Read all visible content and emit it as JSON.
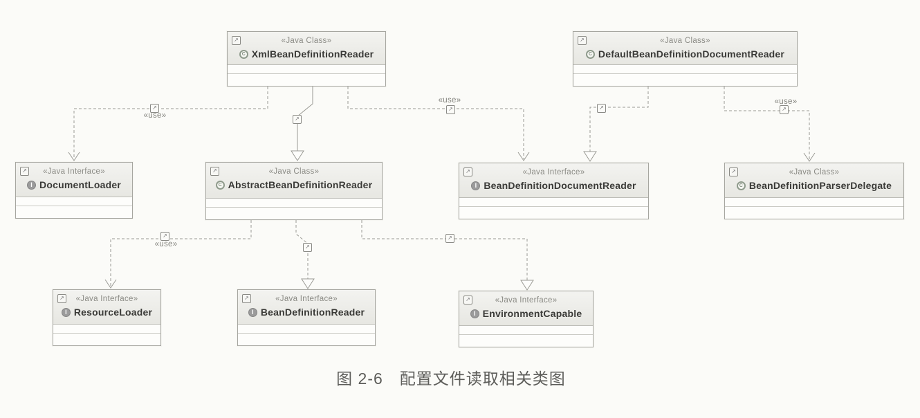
{
  "figure": {
    "caption": "图 2-6　配置文件读取相关类图"
  },
  "diagram": {
    "use_label": "«use»",
    "icons": {
      "class_glyph": "C",
      "interface_glyph": "I",
      "decorator_glyph": "↗"
    },
    "nodes": [
      {
        "kind": "class",
        "stereotype": "«Java Class»",
        "name": "XmlBeanDefinitionReader"
      },
      {
        "kind": "class",
        "stereotype": "«Java Class»",
        "name": "DefaultBeanDefinitionDocumentReader"
      },
      {
        "kind": "interface",
        "stereotype": "«Java Interface»",
        "name": "DocumentLoader"
      },
      {
        "kind": "class",
        "stereotype": "«Java Class»",
        "name": "AbstractBeanDefinitionReader"
      },
      {
        "kind": "interface",
        "stereotype": "«Java Interface»",
        "name": "BeanDefinitionDocumentReader"
      },
      {
        "kind": "class",
        "stereotype": "«Java Class»",
        "name": "BeanDefinitionParserDelegate"
      },
      {
        "kind": "interface",
        "stereotype": "«Java Interface»",
        "name": "ResourceLoader"
      },
      {
        "kind": "interface",
        "stereotype": "«Java Interface»",
        "name": "BeanDefinitionReader"
      },
      {
        "kind": "interface",
        "stereotype": "«Java Interface»",
        "name": "EnvironmentCapable"
      }
    ],
    "relationships": [
      {
        "from": "XmlBeanDefinitionReader",
        "to": "DocumentLoader",
        "type": "use"
      },
      {
        "from": "XmlBeanDefinitionReader",
        "to": "AbstractBeanDefinitionReader",
        "type": "extends"
      },
      {
        "from": "XmlBeanDefinitionReader",
        "to": "BeanDefinitionDocumentReader",
        "type": "use"
      },
      {
        "from": "DefaultBeanDefinitionDocumentReader",
        "to": "BeanDefinitionDocumentReader",
        "type": "implements"
      },
      {
        "from": "DefaultBeanDefinitionDocumentReader",
        "to": "BeanDefinitionParserDelegate",
        "type": "use"
      },
      {
        "from": "AbstractBeanDefinitionReader",
        "to": "ResourceLoader",
        "type": "use"
      },
      {
        "from": "AbstractBeanDefinitionReader",
        "to": "BeanDefinitionReader",
        "type": "implements"
      },
      {
        "from": "AbstractBeanDefinitionReader",
        "to": "EnvironmentCapable",
        "type": "implements"
      }
    ],
    "colors": {
      "header_bg": "#ededea",
      "box_border": "#a6a6a0",
      "stereotype_text": "#8b8b85",
      "name_text": "#3a3a37",
      "edge_line": "#9a9a94",
      "caption_text": "#5d5d5a"
    }
  }
}
